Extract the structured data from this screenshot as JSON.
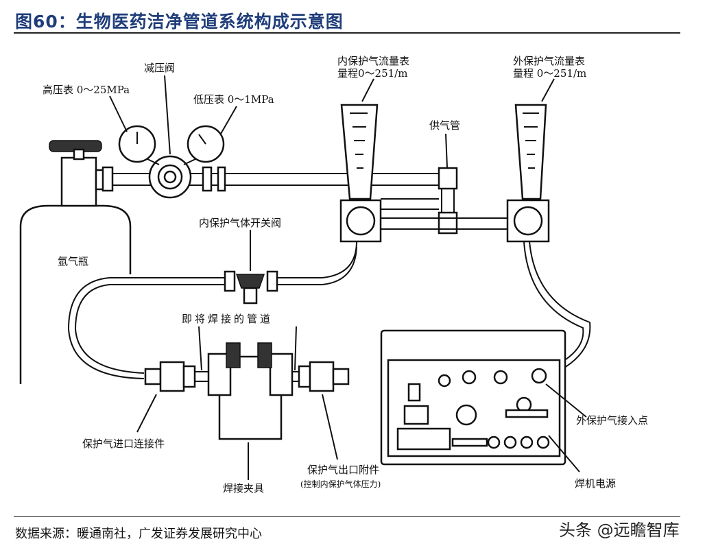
{
  "header": {
    "title": "图60：生物医药洁净管道系统构成示意图"
  },
  "labels": {
    "high_gauge": "高压表 0～25MPa",
    "reducer": "减压阀",
    "low_gauge": "低压表 0～1MPa",
    "inner_flowmeter_1": "内保护气流量表",
    "inner_flowmeter_2": "量程0～251/m",
    "outer_flowmeter_1": "外保护气流量表",
    "outer_flowmeter_2": "量程 0～251/m",
    "supply_pipe": "供气管",
    "inner_valve": "内保护气体开关阀",
    "argon": "氩气瓶",
    "pipe_to_weld": "即将焊接的管道",
    "inlet_fitting": "保护气进口连接件",
    "fixture": "焊接夹具",
    "outlet_fitting": "保护气出口附件",
    "outlet_note": "(控制内保护气体压力)",
    "outer_inlet": "外保护气接入点",
    "welder_power": "焊机电源"
  },
  "footer": {
    "source": "数据来源：暖通南社，广发证券发展研究中心",
    "watermark": "头条 @远瞻智库"
  }
}
